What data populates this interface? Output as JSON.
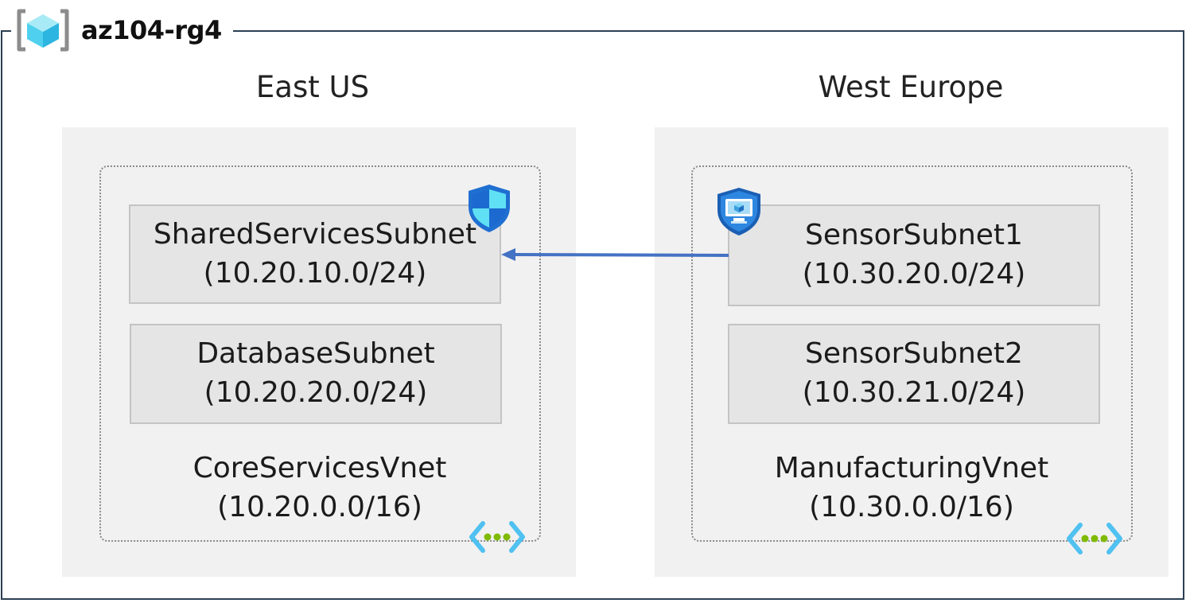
{
  "resource_group": {
    "name": "az104-rg4",
    "icon": "resource-group-icon"
  },
  "regions": [
    {
      "name": "East US",
      "vnet": {
        "name": "CoreServicesVnet",
        "cidr": "(10.20.0.0/16)",
        "icon": "virtual-network-icon"
      },
      "subnets": [
        {
          "name": "SharedServicesSubnet",
          "cidr": "(10.20.10.0/24)"
        },
        {
          "name": "DatabaseSubnet",
          "cidr": "(10.20.20.0/24)"
        }
      ],
      "badge_icon": "network-security-group-icon"
    },
    {
      "name": "West Europe",
      "vnet": {
        "name": "ManufacturingVnet",
        "cidr": "(10.30.0.0/16)",
        "icon": "virtual-network-icon"
      },
      "subnets": [
        {
          "name": "SensorSubnet1",
          "cidr": "(10.30.20.0/24)"
        },
        {
          "name": "SensorSubnet2",
          "cidr": "(10.30.21.0/24)"
        }
      ],
      "badge_icon": "virtual-machine-shield-icon"
    }
  ],
  "connection": {
    "from": "SensorSubnet1",
    "to": "SharedServicesSubnet",
    "color": "#4472c4"
  },
  "colors": {
    "frame_border": "#2b3f52",
    "region_fill": "#f1f1f1",
    "subnet_fill": "#e5e5e5",
    "azure_blue": "#0078d4",
    "vnet_dots": "#7fba00",
    "vnet_brackets": "#50c1f0"
  }
}
